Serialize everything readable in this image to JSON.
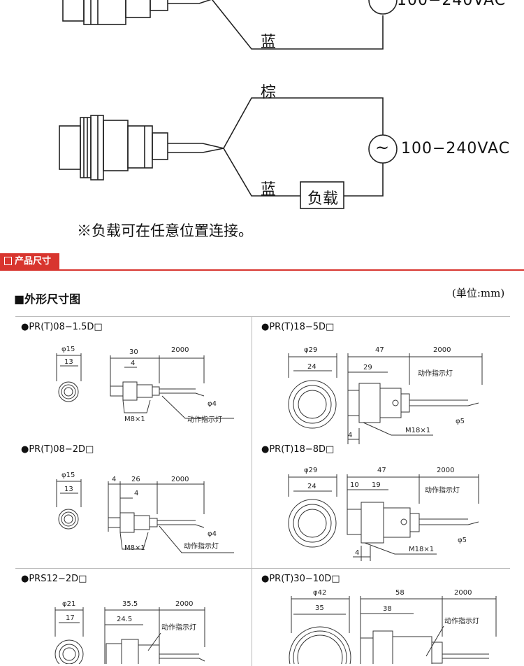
{
  "wiring_top": {
    "wire_blue": "蓝"
  },
  "wiring_bottom": {
    "wire_brown": "棕",
    "wire_blue": "蓝",
    "load_label": "负载",
    "voltage_symbol": "~",
    "voltage": "100−240VAC"
  },
  "wiring_partial_voltage": "100−240VAC",
  "note": "※负载可在任意位置连接。",
  "section": {
    "icon": "document-icon",
    "title": "产品尺寸",
    "accent_color": "#d8352e"
  },
  "diagram": {
    "title": "■外形尺寸图",
    "unit": "(单位:mm)"
  },
  "panels": [
    {
      "model": "●PR(T)08−1.5D□",
      "dims": [
        "φ15",
        "13",
        "30",
        "4",
        "2000",
        "φ4"
      ],
      "labels": [
        "M8×1",
        "动作指示灯"
      ]
    },
    {
      "model": "●PR(T)18−5D□",
      "dims": [
        "φ29",
        "24",
        "47",
        "29",
        "2000",
        "4",
        "φ5"
      ],
      "labels": [
        "动作指示灯",
        "M18×1"
      ]
    },
    {
      "model": "●PR(T)08−2D□",
      "dims": [
        "φ15",
        "13",
        "4",
        "26",
        "2000",
        "4",
        "φ4"
      ],
      "labels": [
        "M8×1",
        "动作指示灯"
      ]
    },
    {
      "model": "●PR(T)18−8D□",
      "dims": [
        "φ29",
        "24",
        "47",
        "10",
        "19",
        "2000",
        "4",
        "φ5"
      ],
      "labels": [
        "动作指示灯",
        "M18×1"
      ]
    },
    {
      "model": "●PRS12−2D□",
      "dims": [
        "φ21",
        "17",
        "35.5",
        "24.5",
        "2000"
      ],
      "labels": [
        "动作指示灯"
      ]
    },
    {
      "model": "●PR(T)30−10D□",
      "dims": [
        "φ42",
        "35",
        "58",
        "38",
        "2000"
      ],
      "labels": [
        "动作指示灯"
      ]
    }
  ]
}
